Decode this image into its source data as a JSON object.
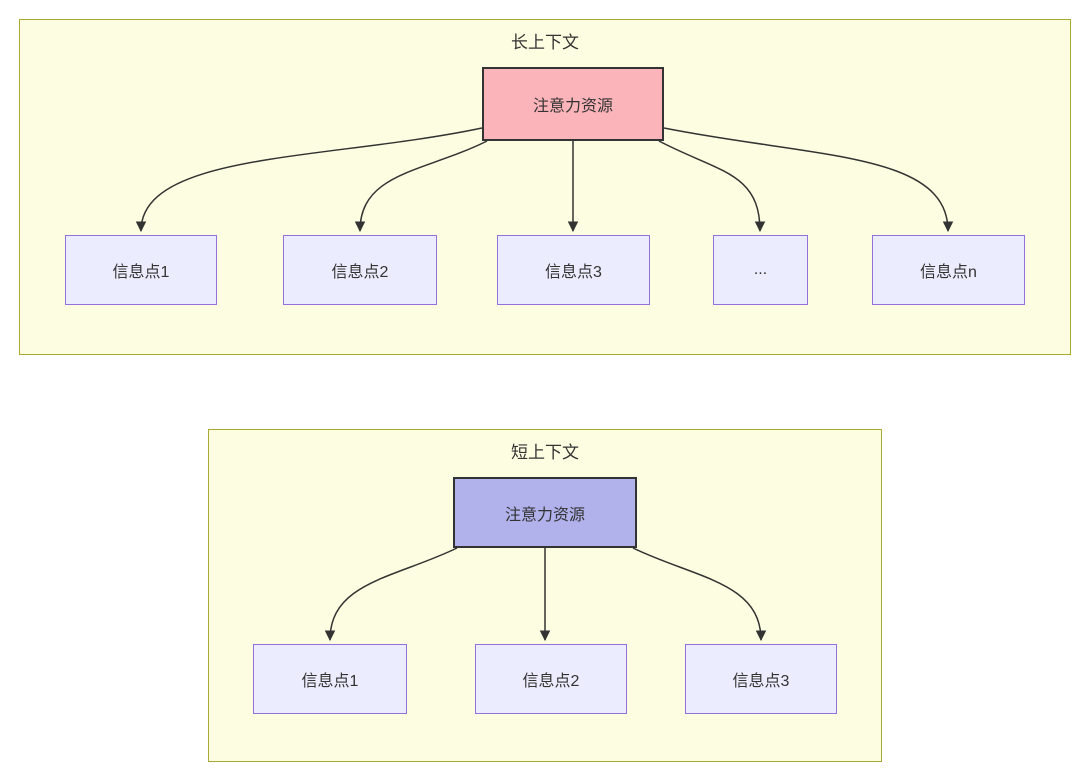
{
  "diagram": {
    "clusters": [
      {
        "title": "长上下文",
        "attention": "注意力资源",
        "info_nodes": [
          "信息点1",
          "信息点2",
          "信息点3",
          "...",
          "信息点n"
        ]
      },
      {
        "title": "短上下文",
        "attention": "注意力资源",
        "info_nodes": [
          "信息点1",
          "信息点2",
          "信息点3"
        ]
      }
    ],
    "colors": {
      "page_bg": "#ffffff",
      "cluster_bg": "#fdfde1",
      "cluster_border": "#aaaa33",
      "attention_long_bg": "#fbb4ba",
      "attention_short_bg": "#b1b1ec",
      "node_bg": "#ececff",
      "node_border": "#9370db",
      "node_dark_border": "#333333",
      "edge": "#333333",
      "text": "#333333"
    }
  }
}
